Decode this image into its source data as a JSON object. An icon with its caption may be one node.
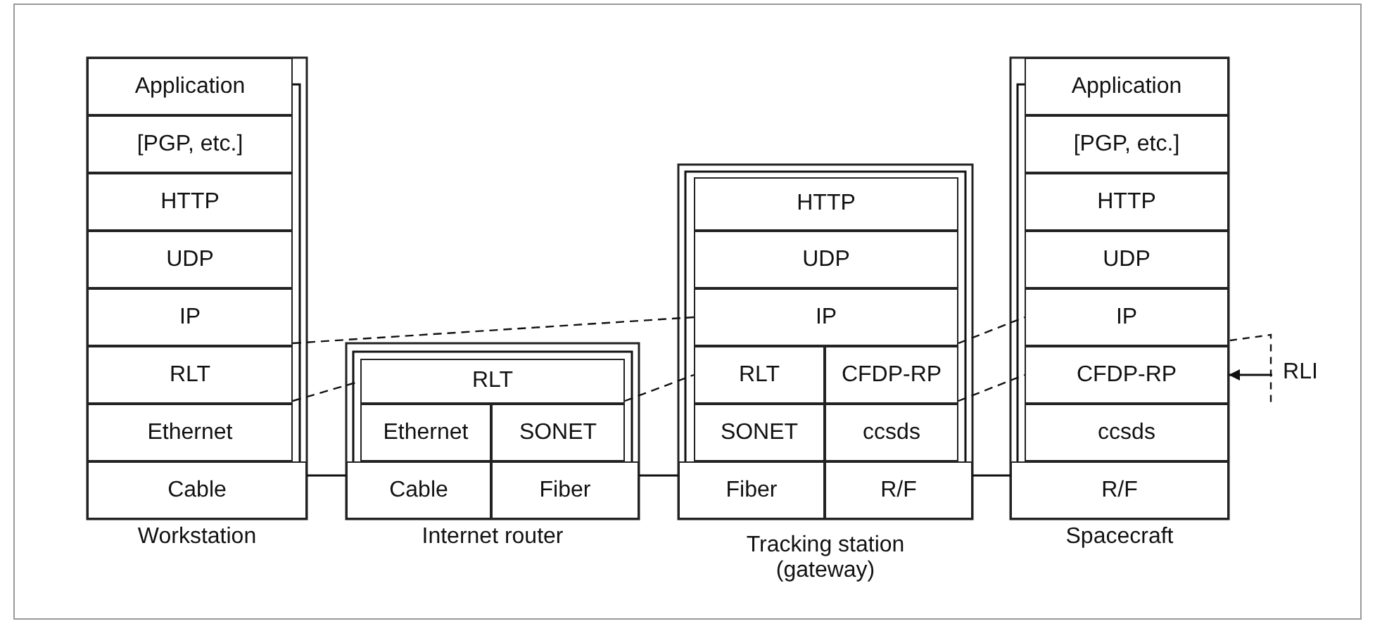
{
  "diagram": {
    "nodes": [
      {
        "text": [
          "Workstation"
        ]
      },
      {
        "text": [
          "Application"
        ],
        "in": 0
      },
      {
        "text": [
          "[PGP, etc.]"
        ],
        "in": 0
      },
      {
        "text": [
          "HTTP"
        ],
        "in": 0
      },
      {
        "text": [
          "UDP"
        ],
        "in": 0
      },
      {
        "text": [
          "IP"
        ],
        "in": 0
      },
      {
        "text": [
          "RLT"
        ],
        "in": 0
      },
      {
        "text": [
          "Ethernet"
        ],
        "in": 0
      },
      {
        "text": [
          "Cable"
        ],
        "in": 0
      },
      {
        "text": [
          "Internet router"
        ]
      },
      {
        "text": [
          "RLT"
        ],
        "in": 9
      },
      {
        "text": [
          "Ethernet"
        ],
        "in": 9
      },
      {
        "text": [
          "SONET"
        ],
        "in": 9
      },
      {
        "text": [
          "Cable"
        ],
        "in": 9
      },
      {
        "text": [
          "Fiber"
        ],
        "in": 9
      },
      {
        "text": [
          "Tracking station (gateway)"
        ]
      },
      {
        "text": [
          "HTTP"
        ],
        "in": 15
      },
      {
        "text": [
          "UDP"
        ],
        "in": 15
      },
      {
        "text": [
          "IP"
        ],
        "in": 15
      },
      {
        "text": [
          "RLT"
        ],
        "in": 15
      },
      {
        "text": [
          "CFDP-RP"
        ],
        "in": 15
      },
      {
        "text": [
          "SONET"
        ],
        "in": 15
      },
      {
        "text": [
          "ccsds"
        ],
        "in": 15
      },
      {
        "text": [
          "Fiber"
        ],
        "in": 15
      },
      {
        "text": [
          "R/F"
        ],
        "in": 15
      },
      {
        "text": [
          "Spacecraft"
        ]
      },
      {
        "text": [
          "Application"
        ],
        "in": 25
      },
      {
        "text": [
          "[PGP, etc.]"
        ],
        "in": 25
      },
      {
        "text": [
          "HTTP"
        ],
        "in": 25
      },
      {
        "text": [
          "UDP"
        ],
        "in": 25
      },
      {
        "text": [
          "IP"
        ],
        "in": 25
      },
      {
        "text": [
          "CFDP-RP"
        ],
        "in": 25
      },
      {
        "text": [
          "ccsds"
        ],
        "in": 25
      },
      {
        "text": [
          "R/F"
        ],
        "in": 25
      },
      {
        "text": [
          "RLI"
        ]
      }
    ],
    "edges": [
      {
        "from": 8,
        "to": 13,
        "arrow": "none"
      },
      {
        "from": 14,
        "to": 23,
        "arrow": "none"
      },
      {
        "from": 24,
        "to": 33,
        "arrow": "none"
      },
      {
        "from": 5,
        "to": 18,
        "arrow": "none",
        "style": "dashed"
      },
      {
        "from": 18,
        "to": 30,
        "arrow": "none",
        "style": "dashed"
      },
      {
        "from": 6,
        "to": 10,
        "arrow": "none",
        "style": "dashed"
      },
      {
        "from": 10,
        "to": 19,
        "arrow": "none",
        "style": "dashed"
      },
      {
        "from": 20,
        "to": 31,
        "arrow": "none",
        "style": "dashed"
      },
      {
        "from": 34,
        "to": 31,
        "arrow": "to"
      },
      {
        "from": 1,
        "to": 8,
        "arrow": "none"
      },
      {
        "from": 13,
        "to": 14,
        "arrow": "none"
      },
      {
        "from": 23,
        "to": 24,
        "arrow": "none"
      },
      {
        "from": 26,
        "to": 33,
        "arrow": "none"
      }
    ]
  }
}
